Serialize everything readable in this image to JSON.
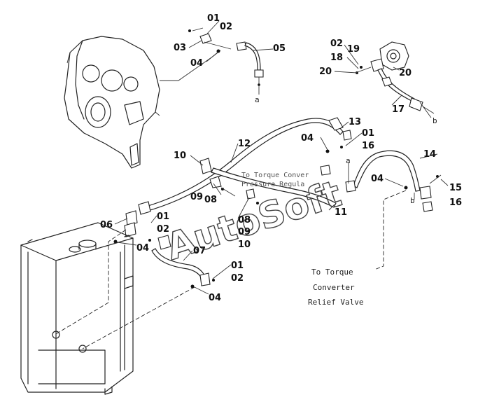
{
  "callouts": {
    "c01a": "01",
    "c02a": "02",
    "c03": "03",
    "c04a": "04",
    "c05": "05",
    "c02b": "02",
    "c19": "19",
    "c18": "18",
    "c20a": "20",
    "c20b": "20",
    "c17": "17",
    "c13": "13",
    "c04b": "04",
    "c01b": "01",
    "c16a": "16",
    "c12": "12",
    "c10a": "10",
    "c14": "14",
    "c04c": "04",
    "c15": "15",
    "c16b": "16",
    "c09a": "09",
    "c08a": "08",
    "c11": "11",
    "c06": "06",
    "c01c": "01",
    "c02c": "02",
    "c04d": "04",
    "c08b": "08",
    "c09b": "09",
    "c10b": "10",
    "c07": "07",
    "c01d": "01",
    "c02d": "02",
    "c04e": "04"
  },
  "connectors": {
    "a1": "a",
    "a2": "a",
    "b1": "b",
    "b2": "b"
  },
  "notes": {
    "relief_line1": "To Torque",
    "relief_line2": "Converter",
    "relief_line3": "Relief Valve",
    "pressure_line1": "To Torque Conver",
    "pressure_line2": "Pressure Regula"
  },
  "watermark": "AutoSoft"
}
